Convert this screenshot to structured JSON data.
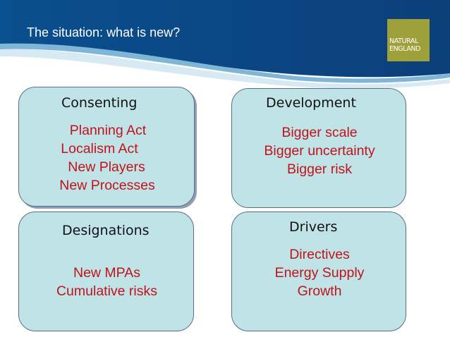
{
  "slide": {
    "title": "The situation: what is new?",
    "logo": {
      "line1": "NATURAL",
      "line2": "ENGLAND"
    },
    "colors": {
      "header_blue": "#0a4d8c",
      "box_fill": "#bfe3e7",
      "text_red": "#c0141b",
      "logo_green": "#9ea13a"
    }
  },
  "boxes": {
    "consenting": {
      "heading": "Consenting",
      "lines": [
        "Planning Act",
        "Localism Act",
        "New Players",
        "New Processes"
      ]
    },
    "development": {
      "heading": "Development",
      "lines": [
        "Bigger scale",
        "Bigger uncertainty",
        "Bigger risk"
      ]
    },
    "designations": {
      "heading": "Designations",
      "lines": [
        "New MPAs",
        "Cumulative risks"
      ]
    },
    "drivers": {
      "heading": "Drivers",
      "lines": [
        "Directives",
        "Energy Supply",
        "Growth"
      ]
    }
  }
}
